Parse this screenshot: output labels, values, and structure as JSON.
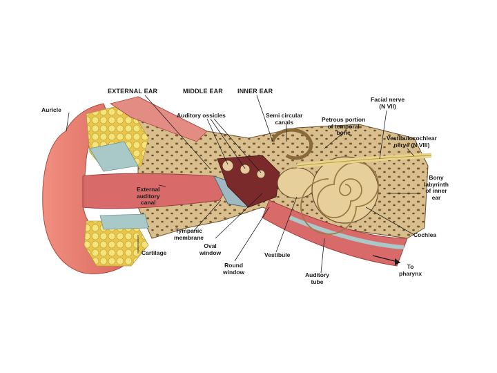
{
  "headers": {
    "external": "EXTERNAL EAR",
    "middle": "MIDDLE EAR",
    "inner": "INNER EAR"
  },
  "labels": {
    "auricle": "Auricle",
    "auditory_ossicles": "Auditory ossicles",
    "semicircular_canals": "Semi circular\ncanals",
    "petrous": "Petrous portion\nof temporal\nbone",
    "facial_nerve": "Facial nerve\n(N VII)",
    "vestibulocochlear": "Vestibulocochlear\nnerve (N VIII)",
    "external_canal": "External\nauditory\ncanal",
    "bony_labyrinth": "Bony\nlabyrinth\nof inner\near",
    "tympanic": "Tympanic\nmembrane",
    "cochlea": "Cochlea",
    "oval_window": "Oval\nwindow",
    "cartilage": "Cartilage",
    "vestibule": "Vestibule",
    "round_window": "Round\nwindow",
    "auditory_tube": "Auditory\ntube",
    "pharynx": "To\npharynx"
  },
  "colors": {
    "skin": "#e8857a",
    "canal": "#d96a6a",
    "bone": "#d9bf8e",
    "fat": "#f2e27a",
    "cartilage": "#a9c8c8",
    "cochlea": "#e6cf9a"
  }
}
